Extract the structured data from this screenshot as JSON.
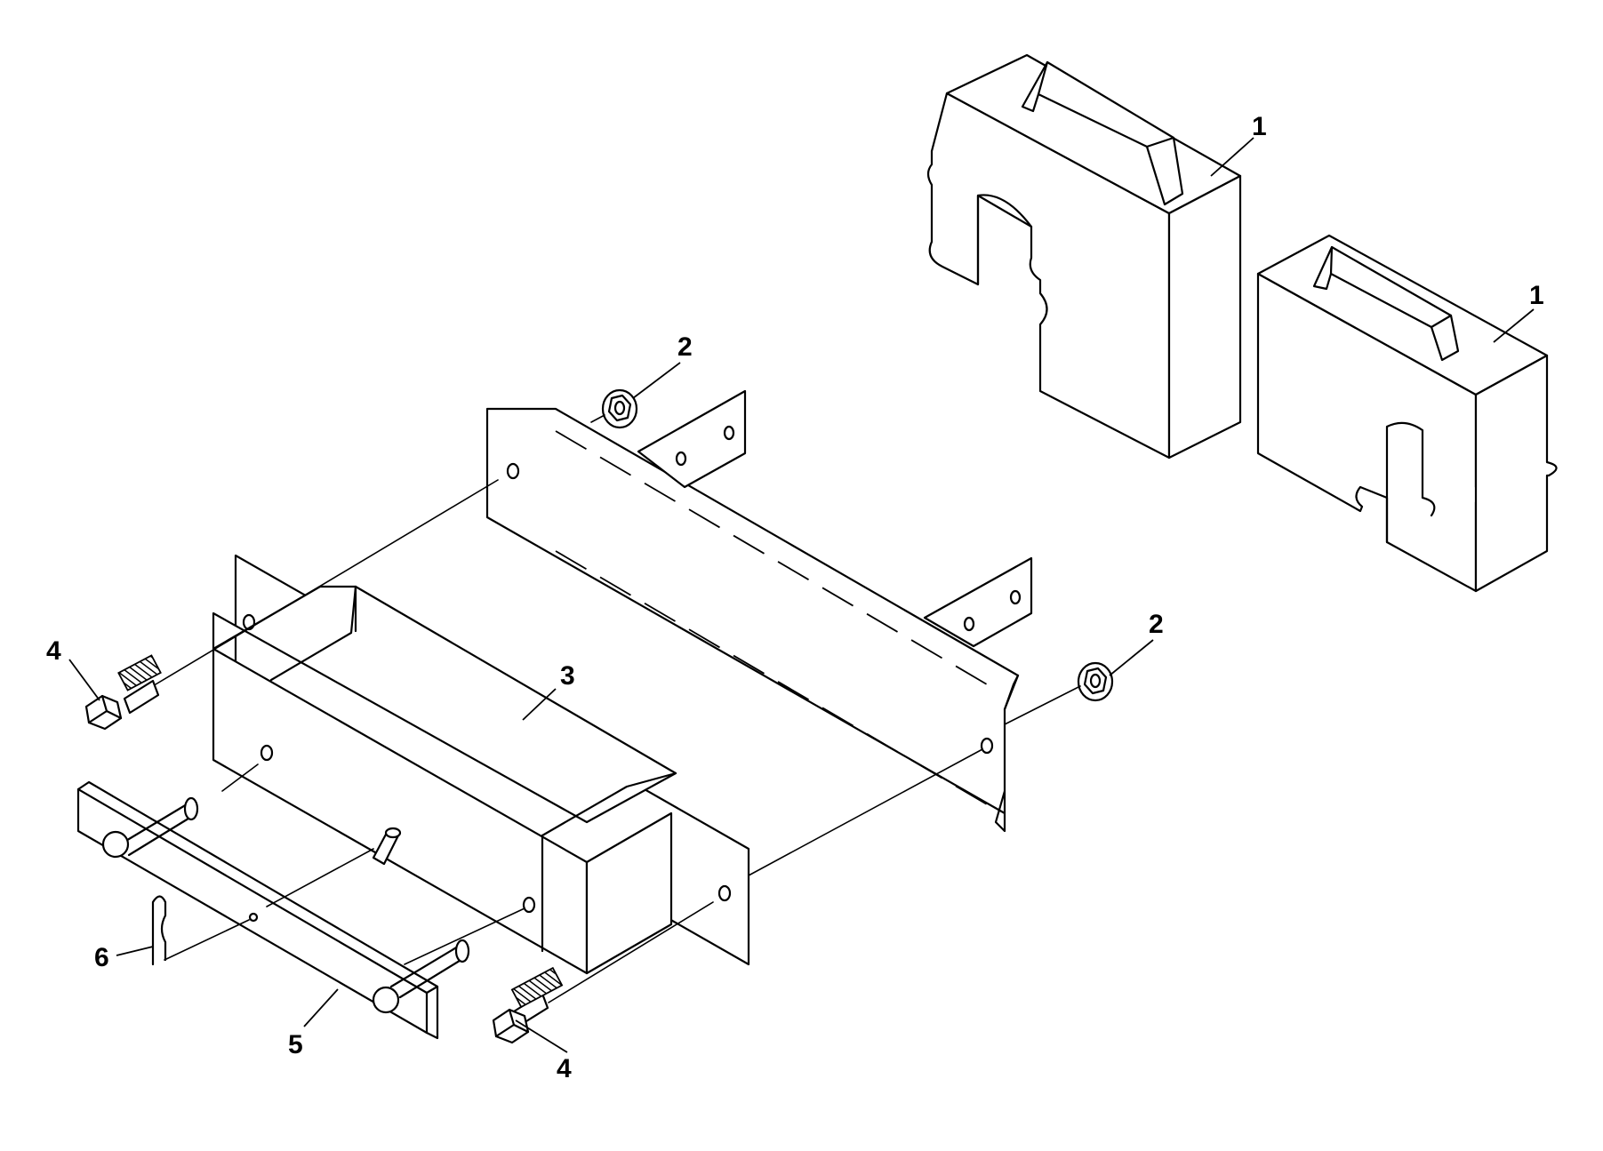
{
  "diagram": {
    "callouts": [
      {
        "id": "c1a",
        "label": "1",
        "part": "suitcase-weight"
      },
      {
        "id": "c1b",
        "label": "1",
        "part": "suitcase-weight"
      },
      {
        "id": "c2a",
        "label": "2",
        "part": "flange-nut"
      },
      {
        "id": "c2b",
        "label": "2",
        "part": "flange-nut"
      },
      {
        "id": "c3",
        "label": "3",
        "part": "weight-bracket"
      },
      {
        "id": "c4a",
        "label": "4",
        "part": "hex-bolt"
      },
      {
        "id": "c4b",
        "label": "4",
        "part": "hex-bolt"
      },
      {
        "id": "c5",
        "label": "5",
        "part": "retainer-bar"
      },
      {
        "id": "c6",
        "label": "6",
        "part": "hair-pin"
      }
    ]
  }
}
